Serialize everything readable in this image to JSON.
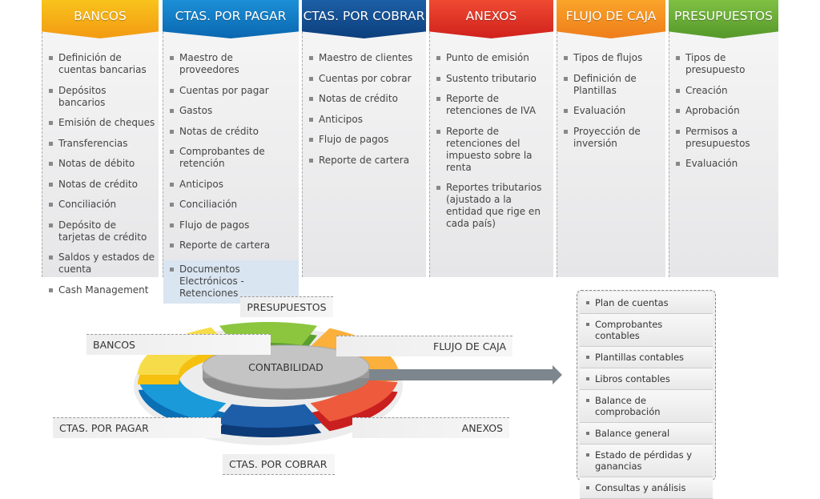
{
  "columns": [
    {
      "title": "BANCOS",
      "color1": "#f8c31c",
      "color2": "#f39a12",
      "items": [
        "Definición de cuentas bancarias",
        "Depósitos bancarios",
        "Emisión de cheques",
        "Transferencias",
        "Notas de débito",
        "Notas de crédito",
        "Conciliación",
        "Depósito de tarjetas de crédito",
        "Saldos y estados de cuenta",
        "Cash Management"
      ]
    },
    {
      "title": "CTAS. POR PAGAR",
      "color1": "#1c8fd6",
      "color2": "#0a67b0",
      "items": [
        "Maestro de proveedores",
        "Cuentas por pagar",
        "Gastos",
        "Notas de crédito",
        "Comprobantes de retención",
        "Anticipos",
        "Conciliación",
        "Flujo de pagos",
        "Reporte de cartera",
        "Documentos Electrónicos - Retenciones"
      ]
    },
    {
      "title": "CTAS. POR COBRAR",
      "color1": "#1d5fa6",
      "color2": "#0c3f7d",
      "items": [
        "Maestro de clientes",
        "Cuentas por cobrar",
        "Notas de crédito",
        "Anticipos",
        "Flujo de pagos",
        "Reporte de cartera"
      ]
    },
    {
      "title": "ANEXOS",
      "color1": "#ef4a32",
      "color2": "#d0211c",
      "items": [
        "Punto de emisión",
        "Sustento tributario",
        "Reporte de retenciones de IVA",
        "Reporte de retenciones del impuesto sobre la renta",
        "Reportes tributarios (ajustado a la entidad que rige en cada país)"
      ]
    },
    {
      "title": "FLUJO DE CAJA",
      "color1": "#faa42a",
      "color2": "#ef7d1a",
      "items": [
        "Tipos de flujos",
        "Definición de Plantillas",
        "Evaluación",
        "Proyección de inversión"
      ]
    },
    {
      "title": "PRESUPUESTOS",
      "color1": "#7fc043",
      "color2": "#55982a",
      "items": [
        "Tipos de presupuesto",
        "Creación",
        "Aprobación",
        "Permisos a presupuestos",
        "Evaluación"
      ]
    }
  ],
  "diagram": {
    "center": "CONTABILIDAD",
    "labels": {
      "presupuestos": "PRESUPUESTOS",
      "bancos": "BANCOS",
      "flujo": "FLUJO DE CAJA",
      "pagar": "CTAS. POR PAGAR",
      "anexos": "ANEXOS",
      "cobrar": "CTAS. POR COBRAR"
    }
  },
  "contabilidad_items": [
    "Plan de cuentas",
    "Comprobantes contables",
    "Plantillas contables",
    "Libros contables",
    "Balance de comprobación",
    "Balance general",
    "Estado de pérdidas y ganancias",
    "Consultas y análisis"
  ]
}
